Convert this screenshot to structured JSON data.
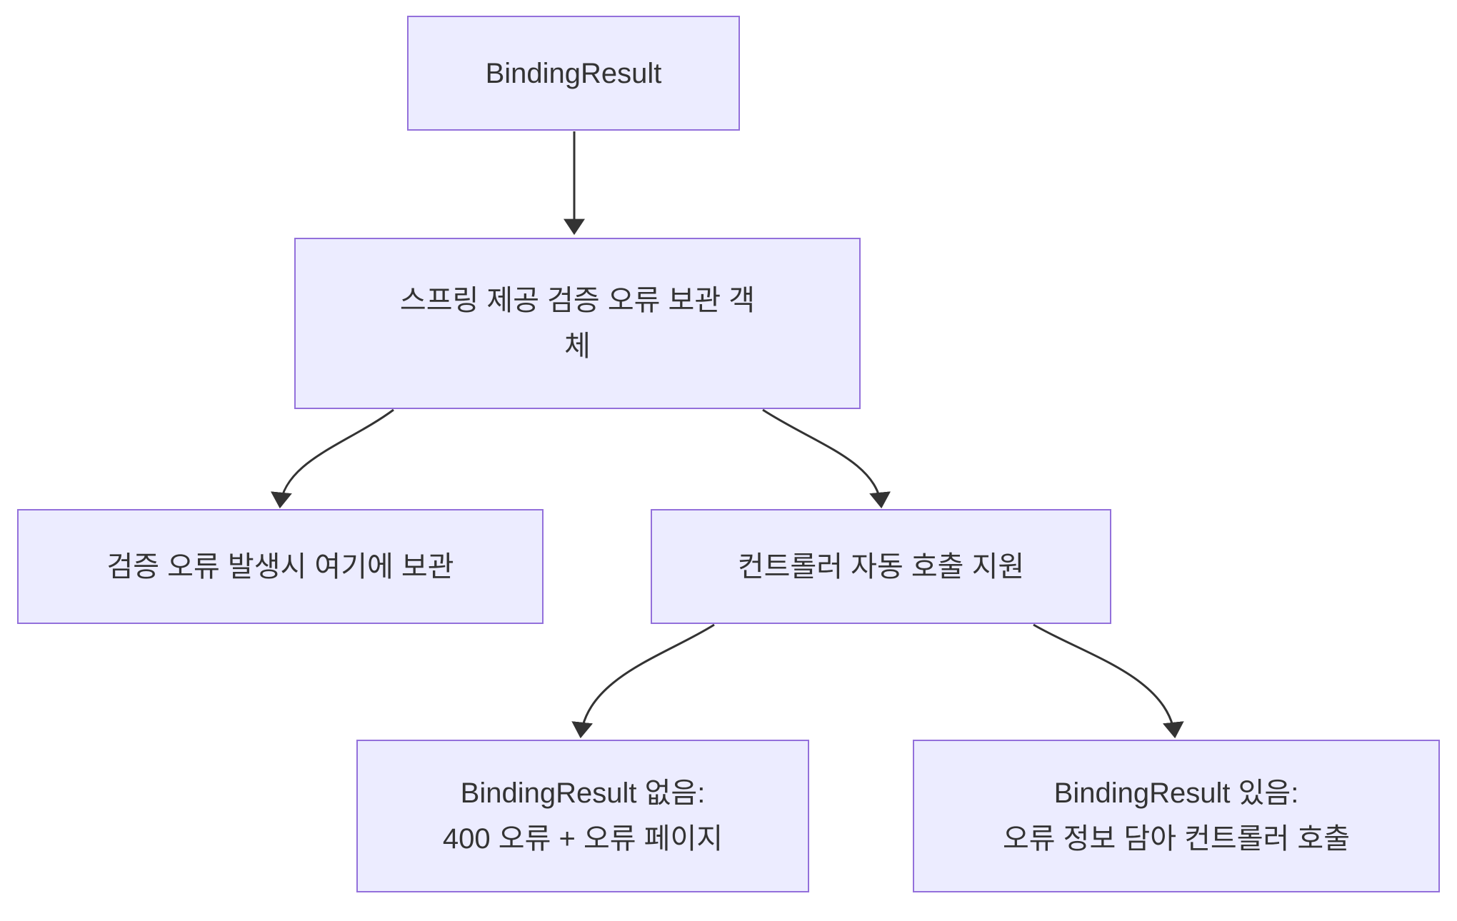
{
  "diagram": {
    "type": "flowchart",
    "direction": "top-down",
    "nodes": [
      {
        "id": "binding-result",
        "label": "BindingResult",
        "lines": [
          "BindingResult"
        ]
      },
      {
        "id": "spring-error-holder",
        "label": "스프링 제공 검증 오류 보관 객체",
        "lines": [
          "스프링 제공 검증 오류 보관 객",
          "체"
        ]
      },
      {
        "id": "store-on-error",
        "label": "검증 오류 발생시 여기에 보관",
        "lines": [
          "검증 오류 발생시 여기에 보관"
        ]
      },
      {
        "id": "auto-controller-call",
        "label": "컨트롤러 자동 호출 지원",
        "lines": [
          "컨트롤러 자동 호출 지원"
        ]
      },
      {
        "id": "without-binding-result",
        "label": "BindingResult 없음: 400 오류 + 오류 페이지",
        "lines": [
          "BindingResult 없음:",
          "400 오류 + 오류 페이지"
        ]
      },
      {
        "id": "with-binding-result",
        "label": "BindingResult 있음: 오류 정보 담아 컨트롤러 호출",
        "lines": [
          "BindingResult 있음:",
          "오류 정보 담아 컨트롤러 호출"
        ]
      }
    ],
    "edges": [
      {
        "from": "binding-result",
        "to": "spring-error-holder"
      },
      {
        "from": "spring-error-holder",
        "to": "store-on-error"
      },
      {
        "from": "spring-error-holder",
        "to": "auto-controller-call"
      },
      {
        "from": "auto-controller-call",
        "to": "without-binding-result"
      },
      {
        "from": "auto-controller-call",
        "to": "with-binding-result"
      }
    ],
    "colors": {
      "node_fill": "#ECECFF",
      "node_border": "#9370DB",
      "text": "#333333",
      "edge": "#333333",
      "background": "#FFFFFF"
    }
  }
}
